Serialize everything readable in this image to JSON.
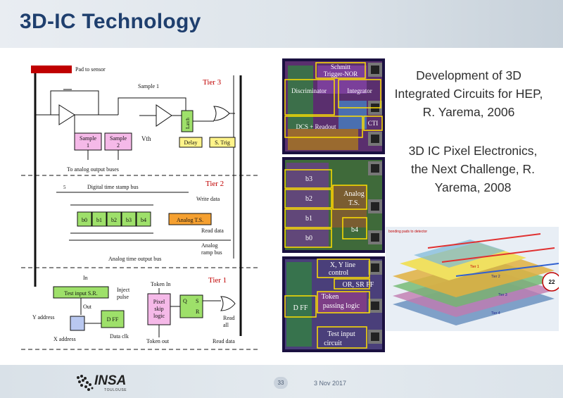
{
  "slide": {
    "title": "3D-IC Technology",
    "references": [
      "Development of 3D Integrated Circuits for HEP, R. Yarema, 2006",
      "3D IC Pixel Electronics, the Next Challenge, R. Yarema, 2008"
    ]
  },
  "schematic": {
    "pad_label": "Pad to sensor",
    "tiers": [
      "Tier 3",
      "Tier 2",
      "Tier 1"
    ],
    "tier3": {
      "sample1": "Sample 1",
      "sample_box1": [
        "Sample",
        "1"
      ],
      "sample_box2": [
        "Sample",
        "2"
      ],
      "vth": "Vth",
      "latch": "Latch",
      "delay": "Delay",
      "strig": "S. Trig",
      "buses": "To analog output buses"
    },
    "tier2": {
      "digital_bus": "Digital time stamp bus",
      "bus_width": "5",
      "bits": [
        "b0",
        "b1",
        "b2",
        "b3",
        "b4"
      ],
      "write_data": "Write data",
      "analog_ts": "Analog T.S.",
      "read_data": "Read data",
      "analog_ramp": [
        "Analog",
        "ramp bus"
      ],
      "analog_out_bus": "Analog time output bus"
    },
    "tier1": {
      "in": "In",
      "test_input": "Test input S.R.",
      "inject": [
        "Inject",
        "pulse"
      ],
      "out": "Out",
      "token_in": "Token In",
      "pixel_skip": [
        "Pixel",
        "skip",
        "logic"
      ],
      "q": "Q",
      "s": "S",
      "r": "R",
      "y_address": "Y address",
      "dff": "D FF",
      "x_address": "X address",
      "data_clk": "Data clk",
      "token_out": "Token out",
      "read_all": [
        "Read",
        "all"
      ],
      "read_data": "Read data"
    }
  },
  "layouts": {
    "top": {
      "labels": [
        "Schmitt",
        "Trigger-NOR",
        "Discriminator",
        "Integrator",
        "DCS + Readout",
        "CTI"
      ]
    },
    "mid": {
      "labels": [
        "b3",
        "b2",
        "b1",
        "b0",
        "Analog",
        "T.S.",
        "b4"
      ]
    },
    "bottom": {
      "labels": [
        "X, Y line",
        "control",
        "OR, SR FF",
        "D FF",
        "Token",
        "passing logic",
        "Test input",
        "circuit"
      ]
    }
  },
  "stack3d": {
    "labels": [
      "bonding pads to detector",
      "Tier 1",
      "Tier 2",
      "Tier 3",
      "Tier 4",
      "22"
    ]
  },
  "footer": {
    "logo_text": "INSA",
    "logo_sub": "TOULOUSE",
    "page": "33",
    "date": "3 Nov 2017"
  },
  "colors": {
    "title": "#1f3f6e",
    "accent_red": "#c00000",
    "pale_yellow": "#fff48a",
    "pink": "#f5b9e8",
    "green_box": "#9ee06a",
    "orange_box": "#f5a030"
  }
}
